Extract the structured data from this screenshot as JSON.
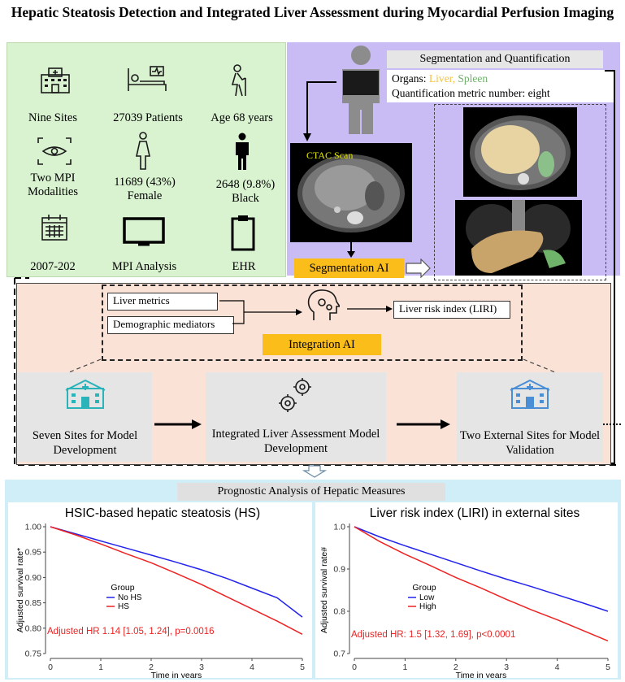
{
  "title": "Hepatic Steatosis Detection and Integrated Liver Assessment during Myocardial Perfusion Imaging",
  "cohort": {
    "sites": "Nine Sites",
    "patients": "27039 Patients",
    "age": "Age 68 years",
    "modalities": "Two MPI Modalities",
    "female": "11689 (43%) Female",
    "black": "2648 (9.8%) Black",
    "years": "2007-202",
    "mpi": "MPI Analysis",
    "ehr": "EHR"
  },
  "segmentation": {
    "header": "Segmentation and Quantification",
    "organs_label": "Organs:",
    "organ_liver": "Liver,",
    "organ_spleen": "Spleen",
    "metric_text": "Quantification metric number: eight",
    "scan_label": "CTAC Scan",
    "ai_label": "Segmentation AI"
  },
  "integration": {
    "liver_metrics": "Liver metrics",
    "demographic": "Demographic mediators",
    "liri": "Liver risk index (LIRI)",
    "ai_label": "Integration AI"
  },
  "pipeline": {
    "dev_sites": "Seven Sites for Model Development",
    "model_dev": "Integrated Liver Assessment Model Development",
    "validation": "Two External Sites for Model Validation"
  },
  "prognostic_header": "Prognostic Analysis of Hepatic Measures",
  "colors": {
    "blue": "#2222ee",
    "red": "#ee2222",
    "teal": "#2ab3b8",
    "liver_label": "#f5c242",
    "spleen_label": "#70b06a"
  },
  "chart_data": [
    {
      "type": "line",
      "title": "HSIC-based hepatic steatosis (HS)",
      "xlabel": "Time in years",
      "ylabel": "Adjusted survival rate*",
      "xlim": [
        0,
        5
      ],
      "ylim": [
        0.75,
        1.0
      ],
      "xticks": [
        "0",
        "1",
        "2",
        "3",
        "4",
        "5"
      ],
      "yticks": [
        "0.75",
        "0.80",
        "0.85",
        "0.90",
        "0.95",
        "1.00"
      ],
      "legend_title": "Group",
      "annotation": "Adjusted HR 1.14 [1.05, 1.24], p=0.0016",
      "series": [
        {
          "name": "No HS",
          "color": "#2222ee",
          "x": [
            0,
            0.5,
            1,
            1.5,
            2,
            2.5,
            3,
            3.5,
            4,
            4.5,
            5
          ],
          "y": [
            1.0,
            0.986,
            0.972,
            0.958,
            0.944,
            0.93,
            0.915,
            0.898,
            0.879,
            0.86,
            0.822
          ]
        },
        {
          "name": "HS",
          "color": "#ee2222",
          "x": [
            0,
            0.5,
            1,
            1.5,
            2,
            2.5,
            3,
            3.5,
            4,
            4.5,
            5
          ],
          "y": [
            1.0,
            0.984,
            0.966,
            0.947,
            0.929,
            0.908,
            0.886,
            0.862,
            0.838,
            0.814,
            0.788
          ]
        }
      ]
    },
    {
      "type": "line",
      "title": "Liver risk index (LIRI) in external sites",
      "xlabel": "Time in years",
      "ylabel": "Adjusted survival rate#",
      "xlim": [
        0,
        5
      ],
      "ylim": [
        0.7,
        1.0
      ],
      "xticks": [
        "0",
        "1",
        "2",
        "3",
        "4",
        "5"
      ],
      "yticks": [
        "0.7",
        "0.8",
        "0.9",
        "1.0"
      ],
      "legend_title": "Group",
      "annotation": "Adjusted HR: 1.5 [1.32, 1.69], p<0.0001",
      "series": [
        {
          "name": "Low",
          "color": "#2222ee",
          "x": [
            0,
            0.5,
            1,
            1.5,
            2,
            2.5,
            3,
            3.5,
            4,
            4.5,
            5
          ],
          "y": [
            1.0,
            0.976,
            0.955,
            0.935,
            0.915,
            0.895,
            0.876,
            0.858,
            0.839,
            0.82,
            0.8
          ]
        },
        {
          "name": "High",
          "color": "#ee2222",
          "x": [
            0,
            0.5,
            1,
            1.5,
            2,
            2.5,
            3,
            3.5,
            4,
            4.5,
            5
          ],
          "y": [
            1.0,
            0.965,
            0.935,
            0.908,
            0.88,
            0.855,
            0.828,
            0.803,
            0.78,
            0.755,
            0.73
          ]
        }
      ]
    }
  ]
}
